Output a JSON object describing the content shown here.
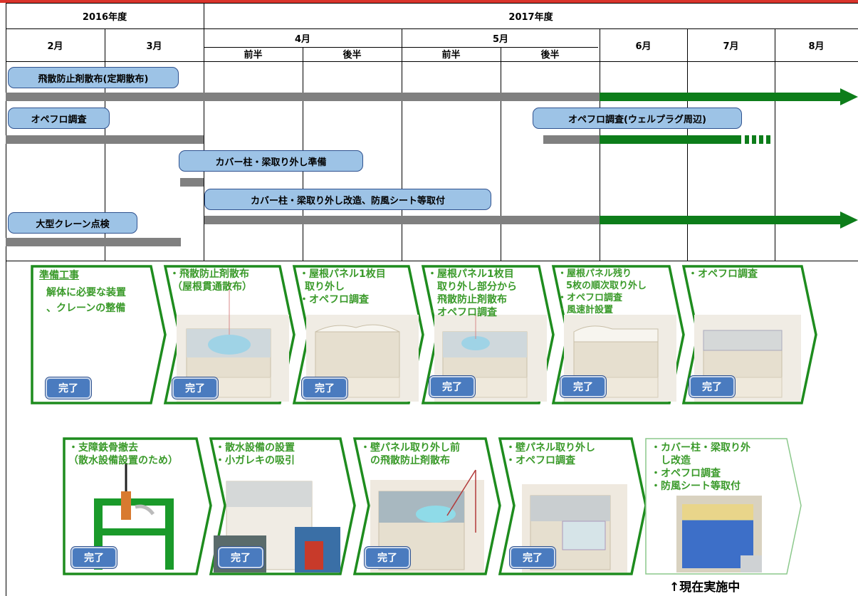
{
  "timeline": {
    "fiscal_years": [
      "2016年度",
      "2017年度"
    ],
    "months": [
      "2月",
      "3月",
      "4月",
      "5月",
      "6月",
      "7月",
      "8月"
    ],
    "halves": [
      "前半",
      "後半",
      "前半",
      "後半"
    ],
    "tasks": {
      "t1": "飛散防止剤散布(定期散布)",
      "t2": "オペフロ調査",
      "t3": "オペフロ調査(ウェルプラグ周辺)",
      "t4": "カバー柱・梁取り外し準備",
      "t5": "カバー柱・梁取り外し改造、防風シート等取付",
      "t6": "大型クレーン点検"
    }
  },
  "steps_row1": [
    {
      "lines": [
        "準備工事",
        "解体に必要な装置",
        "、クレーンの整備"
      ],
      "status": "完了"
    },
    {
      "lines": [
        "・飛散防止剤散布",
        "（屋根貫通散布）"
      ],
      "status": "完了"
    },
    {
      "lines": [
        "・屋根パネル1枚目",
        "取り外し",
        "・オペフロ調査"
      ],
      "status": "完了"
    },
    {
      "lines": [
        "・屋根パネル1枚目",
        "取り外し部分から",
        "飛散防止剤散布",
        "・オペフロ調査"
      ],
      "status": "完了"
    },
    {
      "lines": [
        "・屋根パネル残り",
        "5枚の順次取り外し",
        "・オペフロ調査",
        "・風速計設置"
      ],
      "status": "完了"
    },
    {
      "lines": [
        "・オペフロ調査"
      ],
      "status": "完了"
    }
  ],
  "steps_row2": [
    {
      "lines": [
        "・支障鉄骨撤去",
        "（散水設備設置のため）"
      ],
      "status": "完了"
    },
    {
      "lines": [
        "・散水設備の設置",
        "・小ガレキの吸引"
      ],
      "status": "完了"
    },
    {
      "lines": [
        "・壁パネル取り外し前",
        "の飛散防止剤散布"
      ],
      "status": "完了"
    },
    {
      "lines": [
        "・壁パネル取り外し",
        "・オペフロ調査"
      ],
      "status": "完了"
    },
    {
      "lines": [
        "・カバー柱・梁取り外",
        "し改造",
        "・オペフロ調査",
        "・防風シート等取付"
      ]
    }
  ],
  "current_label": "↑現在実施中",
  "colors": {
    "green": "#0d7d1a",
    "gray": "#808080",
    "label_fill": "#9dc3e6",
    "step_border": "#1e8c1e",
    "done_fill": "#4a7bbf"
  }
}
